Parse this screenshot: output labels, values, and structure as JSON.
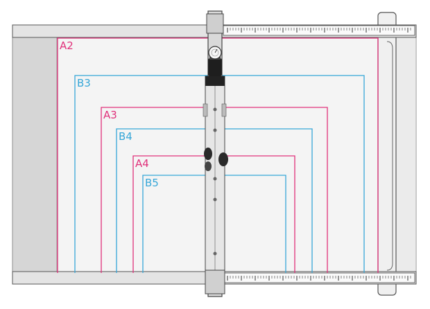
{
  "colors": {
    "a_series": "#e0307a",
    "b_series": "#35a6d8",
    "frame_stroke": "#555555",
    "panel_fill": "#d6d6d6",
    "board_fill": "#f4f4f4"
  },
  "paper_outlines": [
    {
      "label": "A2",
      "series": "a"
    },
    {
      "label": "B3",
      "series": "b"
    },
    {
      "label": "A3",
      "series": "a"
    },
    {
      "label": "B4",
      "series": "b"
    },
    {
      "label": "A4",
      "series": "a"
    },
    {
      "label": "B5",
      "series": "b"
    }
  ],
  "icons": {
    "head": "measuring-head-icon",
    "gauge": "dial-gauge-icon",
    "clamp": "clamp-knob-icon"
  }
}
